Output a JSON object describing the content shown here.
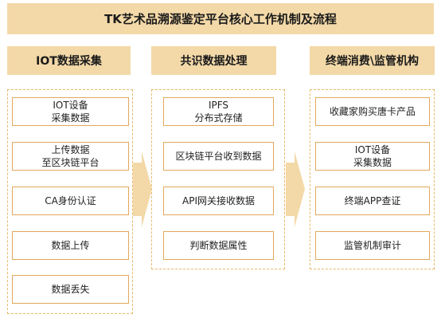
{
  "title": "TK艺术品溯源鉴定平台核心工作机制及流程",
  "columns": [
    {
      "header": "IOT数据采集",
      "nodes": [
        {
          "lines": [
            "IOT设备",
            "采集数据"
          ]
        },
        {
          "lines": [
            "上传数据",
            "至区块链平台"
          ]
        },
        {
          "lines": [
            "CA身份认证"
          ]
        },
        {
          "lines": [
            "数据上传"
          ]
        },
        {
          "lines": [
            "数据丢失"
          ]
        }
      ]
    },
    {
      "header": "共识数据处理",
      "nodes": [
        {
          "lines": [
            "IPFS",
            "分布式存储"
          ]
        },
        {
          "lines": [
            "区块链平台收到数据"
          ]
        },
        {
          "lines": [
            "API网关接收数据"
          ]
        },
        {
          "lines": [
            "判断数据属性"
          ]
        }
      ]
    },
    {
      "header": "终端消费\\监管机构",
      "nodes": [
        {
          "lines": [
            "收藏家购买唐卡产品"
          ]
        },
        {
          "lines": [
            "IOT设备",
            "采集数据"
          ]
        },
        {
          "lines": [
            "终端APP查证"
          ]
        },
        {
          "lines": [
            "监管机制审计"
          ]
        }
      ]
    }
  ],
  "colors": {
    "header_fill": "#f3d9a8",
    "node_border": "#e3a85c",
    "frame_border": "#e8b96a",
    "arrow_fill": "#f3d9a8"
  }
}
